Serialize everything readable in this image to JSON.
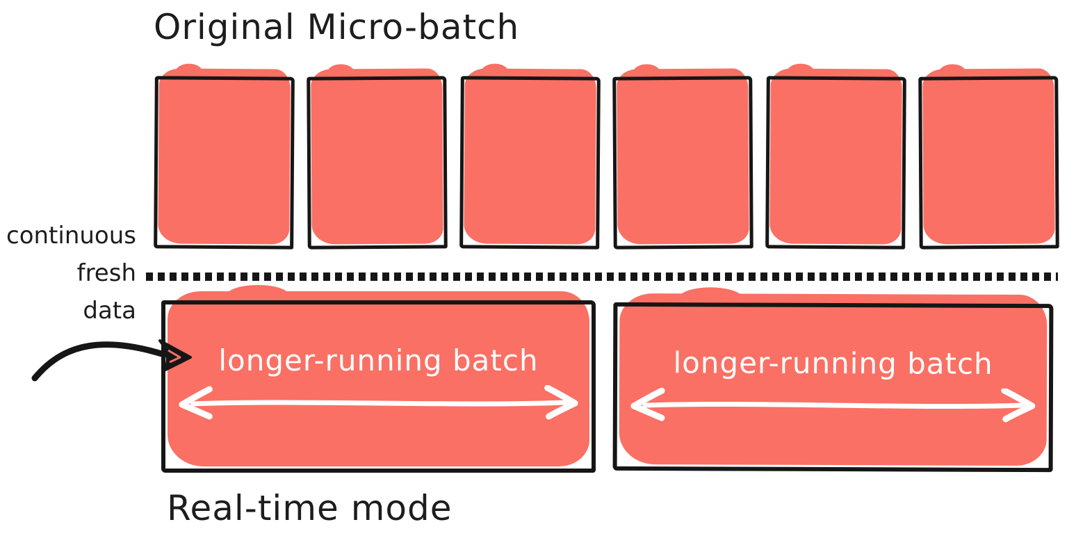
{
  "titles": {
    "top": "Original Micro-batch",
    "bottom": "Real-time mode"
  },
  "annotation": {
    "lines": [
      "continuous",
      "fresh",
      "data"
    ]
  },
  "micro_batch_row": {
    "count": 6
  },
  "realtime": {
    "batches": [
      {
        "label": "longer-running batch"
      },
      {
        "label": "longer-running batch"
      }
    ]
  },
  "colors": {
    "batch_fill": "#FA7064",
    "stroke": "#161616",
    "batch_label_text": "#FFFFFF",
    "background": "#FFFFFF"
  }
}
